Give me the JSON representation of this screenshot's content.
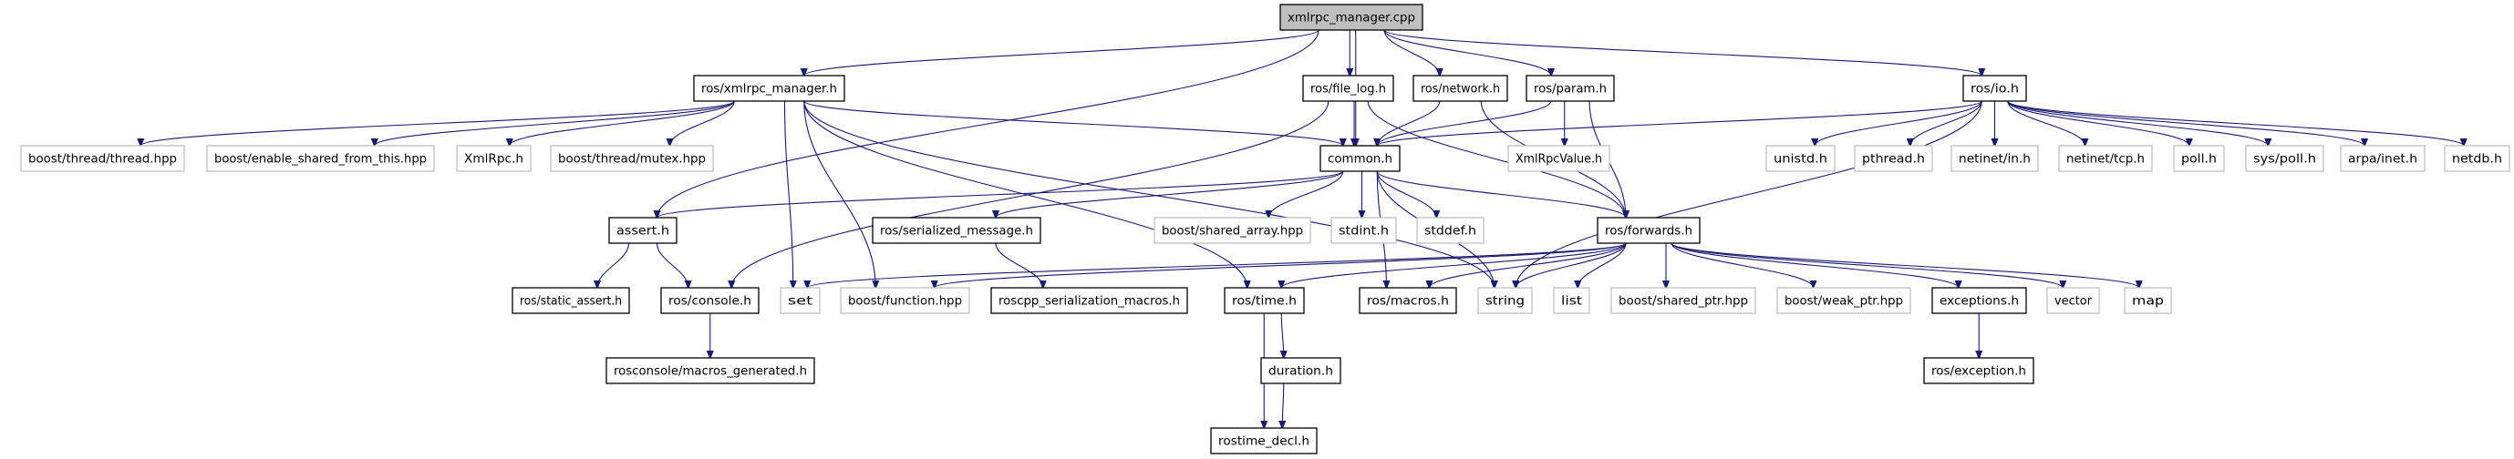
{
  "title": "xmlrpc_manager.cpp include dependency graph",
  "colors": {
    "edge": "#191970",
    "root_fill": "#bfbfbf",
    "documented_border": "#000000",
    "external_border": "#bfbfbf",
    "node_fill": "#ffffff"
  },
  "nodes": [
    {
      "id": "xmlrpc_manager_cpp",
      "label": "xmlrpc_manager.cpp",
      "kind": "root"
    },
    {
      "id": "ros_xmlrpc_manager_h",
      "label": "ros/xmlrpc_manager.h",
      "kind": "documented"
    },
    {
      "id": "ros_file_log_h",
      "label": "ros/file_log.h",
      "kind": "documented"
    },
    {
      "id": "ros_network_h",
      "label": "ros/network.h",
      "kind": "documented"
    },
    {
      "id": "ros_param_h",
      "label": "ros/param.h",
      "kind": "documented"
    },
    {
      "id": "ros_io_h",
      "label": "ros/io.h",
      "kind": "documented"
    },
    {
      "id": "boost_thread_thread_hpp",
      "label": "boost/thread/thread.hpp",
      "kind": "external"
    },
    {
      "id": "boost_enable_shared_from_this_hpp",
      "label": "boost/enable_shared_from_this.hpp",
      "kind": "external"
    },
    {
      "id": "XmlRpc_h",
      "label": "XmlRpc.h",
      "kind": "external"
    },
    {
      "id": "boost_thread_mutex_hpp",
      "label": "boost/thread/mutex.hpp",
      "kind": "external"
    },
    {
      "id": "common_h",
      "label": "common.h",
      "kind": "documented"
    },
    {
      "id": "XmlRpcValue_h",
      "label": "XmlRpcValue.h",
      "kind": "external"
    },
    {
      "id": "unistd_h",
      "label": "unistd.h",
      "kind": "external"
    },
    {
      "id": "pthread_h",
      "label": "pthread.h",
      "kind": "external"
    },
    {
      "id": "netinet_in_h",
      "label": "netinet/in.h",
      "kind": "external"
    },
    {
      "id": "netinet_tcp_h",
      "label": "netinet/tcp.h",
      "kind": "external"
    },
    {
      "id": "poll_h",
      "label": "poll.h",
      "kind": "external"
    },
    {
      "id": "sys_poll_h",
      "label": "sys/poll.h",
      "kind": "external"
    },
    {
      "id": "arpa_inet_h",
      "label": "arpa/inet.h",
      "kind": "external"
    },
    {
      "id": "netdb_h",
      "label": "netdb.h",
      "kind": "external"
    },
    {
      "id": "assert_h",
      "label": "assert.h",
      "kind": "documented"
    },
    {
      "id": "ros_serialized_message_h",
      "label": "ros/serialized_message.h",
      "kind": "documented"
    },
    {
      "id": "boost_shared_array_hpp",
      "label": "boost/shared_array.hpp",
      "kind": "external"
    },
    {
      "id": "stdint_h",
      "label": "stdint.h",
      "kind": "external"
    },
    {
      "id": "stddef_h",
      "label": "stddef.h",
      "kind": "external"
    },
    {
      "id": "ros_forwards_h",
      "label": "ros/forwards.h",
      "kind": "documented"
    },
    {
      "id": "ros_static_assert_h",
      "label": "ros/static_assert.h",
      "kind": "documented"
    },
    {
      "id": "ros_console_h",
      "label": "ros/console.h",
      "kind": "documented"
    },
    {
      "id": "set",
      "label": "set",
      "kind": "external"
    },
    {
      "id": "boost_function_hpp",
      "label": "boost/function.hpp",
      "kind": "external"
    },
    {
      "id": "roscpp_serialization_macros_h",
      "label": "roscpp_serialization_macros.h",
      "kind": "documented"
    },
    {
      "id": "ros_time_h",
      "label": "ros/time.h",
      "kind": "documented"
    },
    {
      "id": "ros_macros_h",
      "label": "ros/macros.h",
      "kind": "documented"
    },
    {
      "id": "string",
      "label": "string",
      "kind": "external"
    },
    {
      "id": "list",
      "label": "list",
      "kind": "external"
    },
    {
      "id": "boost_shared_ptr_hpp",
      "label": "boost/shared_ptr.hpp",
      "kind": "external"
    },
    {
      "id": "boost_weak_ptr_hpp",
      "label": "boost/weak_ptr.hpp",
      "kind": "external"
    },
    {
      "id": "exceptions_h",
      "label": "exceptions.h",
      "kind": "documented"
    },
    {
      "id": "vector",
      "label": "vector",
      "kind": "external"
    },
    {
      "id": "map",
      "label": "map",
      "kind": "external"
    },
    {
      "id": "rosconsole_macros_generated_h",
      "label": "rosconsole/macros_generated.h",
      "kind": "documented"
    },
    {
      "id": "duration_h",
      "label": "duration.h",
      "kind": "documented"
    },
    {
      "id": "ros_exception_h",
      "label": "ros/exception.h",
      "kind": "documented"
    },
    {
      "id": "rostime_decl_h",
      "label": "rostime_decl.h",
      "kind": "documented"
    }
  ],
  "edges": [
    [
      "xmlrpc_manager_cpp",
      "ros_xmlrpc_manager_h"
    ],
    [
      "xmlrpc_manager_cpp",
      "ros_file_log_h"
    ],
    [
      "xmlrpc_manager_cpp",
      "ros_network_h"
    ],
    [
      "xmlrpc_manager_cpp",
      "ros_param_h"
    ],
    [
      "xmlrpc_manager_cpp",
      "ros_io_h"
    ],
    [
      "xmlrpc_manager_cpp",
      "common_h"
    ],
    [
      "xmlrpc_manager_cpp",
      "assert_h"
    ],
    [
      "ros_xmlrpc_manager_h",
      "boost_thread_thread_hpp"
    ],
    [
      "ros_xmlrpc_manager_h",
      "boost_enable_shared_from_this_hpp"
    ],
    [
      "ros_xmlrpc_manager_h",
      "XmlRpc_h"
    ],
    [
      "ros_xmlrpc_manager_h",
      "boost_thread_mutex_hpp"
    ],
    [
      "ros_xmlrpc_manager_h",
      "common_h"
    ],
    [
      "ros_xmlrpc_manager_h",
      "set"
    ],
    [
      "ros_xmlrpc_manager_h",
      "boost_function_hpp"
    ],
    [
      "ros_xmlrpc_manager_h",
      "ros_time_h"
    ],
    [
      "ros_xmlrpc_manager_h",
      "string"
    ],
    [
      "ros_file_log_h",
      "common_h"
    ],
    [
      "ros_file_log_h",
      "ros_console_h"
    ],
    [
      "ros_file_log_h",
      "ros_forwards_h"
    ],
    [
      "ros_network_h",
      "common_h"
    ],
    [
      "ros_network_h",
      "ros_forwards_h"
    ],
    [
      "ros_param_h",
      "common_h"
    ],
    [
      "ros_param_h",
      "XmlRpcValue_h"
    ],
    [
      "ros_param_h",
      "ros_forwards_h"
    ],
    [
      "ros_io_h",
      "common_h"
    ],
    [
      "ros_io_h",
      "unistd_h"
    ],
    [
      "ros_io_h",
      "pthread_h"
    ],
    [
      "ros_io_h",
      "netinet_in_h"
    ],
    [
      "ros_io_h",
      "netinet_tcp_h"
    ],
    [
      "ros_io_h",
      "poll_h"
    ],
    [
      "ros_io_h",
      "sys_poll_h"
    ],
    [
      "ros_io_h",
      "arpa_inet_h"
    ],
    [
      "ros_io_h",
      "netdb_h"
    ],
    [
      "ros_io_h",
      "string"
    ],
    [
      "common_h",
      "assert_h"
    ],
    [
      "common_h",
      "ros_serialized_message_h"
    ],
    [
      "common_h",
      "boost_shared_array_hpp"
    ],
    [
      "common_h",
      "stdint_h"
    ],
    [
      "common_h",
      "stddef_h"
    ],
    [
      "common_h",
      "ros_forwards_h"
    ],
    [
      "common_h",
      "ros_macros_h"
    ],
    [
      "common_h",
      "string"
    ],
    [
      "assert_h",
      "ros_static_assert_h"
    ],
    [
      "assert_h",
      "ros_console_h"
    ],
    [
      "ros_serialized_message_h",
      "roscpp_serialization_macros_h"
    ],
    [
      "ros_forwards_h",
      "set"
    ],
    [
      "ros_forwards_h",
      "boost_function_hpp"
    ],
    [
      "ros_forwards_h",
      "ros_time_h"
    ],
    [
      "ros_forwards_h",
      "ros_macros_h"
    ],
    [
      "ros_forwards_h",
      "string"
    ],
    [
      "ros_forwards_h",
      "list"
    ],
    [
      "ros_forwards_h",
      "boost_shared_ptr_hpp"
    ],
    [
      "ros_forwards_h",
      "boost_weak_ptr_hpp"
    ],
    [
      "ros_forwards_h",
      "exceptions_h"
    ],
    [
      "ros_forwards_h",
      "vector"
    ],
    [
      "ros_forwards_h",
      "map"
    ],
    [
      "ros_console_h",
      "rosconsole_macros_generated_h"
    ],
    [
      "ros_time_h",
      "duration_h"
    ],
    [
      "ros_time_h",
      "rostime_decl_h"
    ],
    [
      "duration_h",
      "rostime_decl_h"
    ],
    [
      "exceptions_h",
      "ros_exception_h"
    ]
  ]
}
